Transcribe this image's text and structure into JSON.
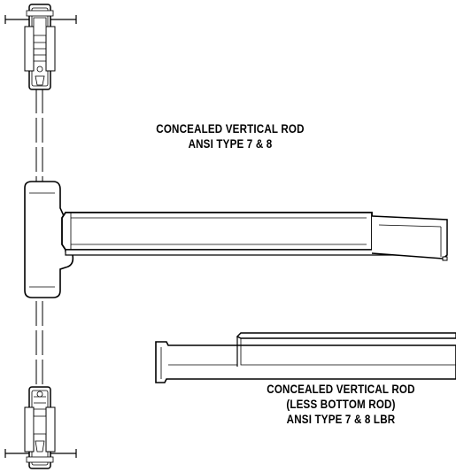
{
  "captions": {
    "top": {
      "line1": "CONCEALED VERTICAL ROD",
      "line2": "ANSI TYPE 7 & 8"
    },
    "bottom": {
      "line1": "CONCEALED VERTICAL ROD",
      "line2": "(LESS BOTTOM ROD)",
      "line3": "ANSI TYPE 7 & 8 LBR"
    }
  },
  "colors": {
    "line": "#000000",
    "device_fill": "#ffffff",
    "chassis_fill": "#ffffff"
  }
}
